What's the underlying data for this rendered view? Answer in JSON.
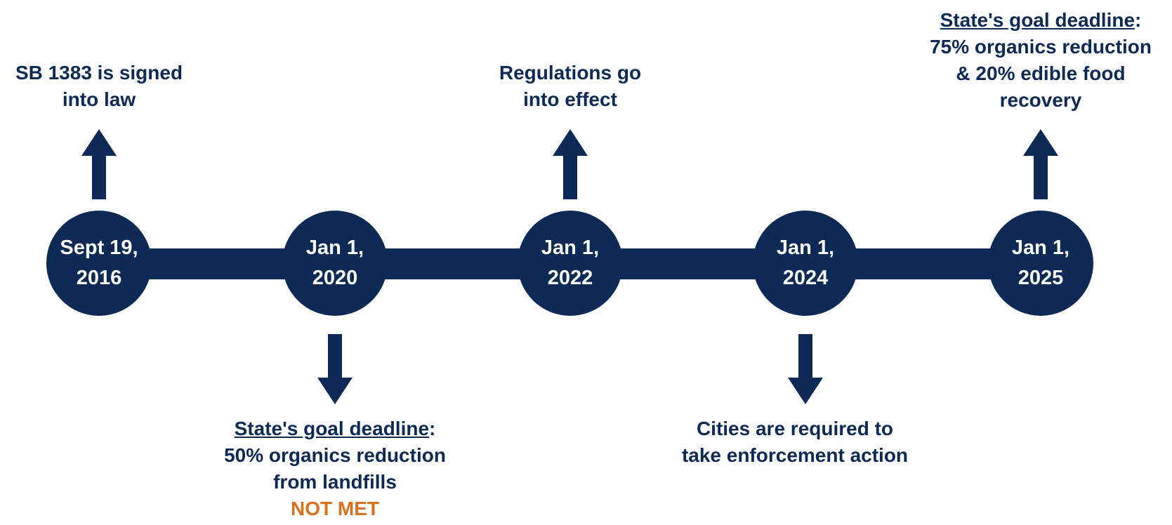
{
  "colors": {
    "navy": "#0d2a57",
    "orange": "#d9701f",
    "background": "#ffffff"
  },
  "milestones": [
    {
      "date_line1": "Sept 19,",
      "date_line2": "2016"
    },
    {
      "date_line1": "Jan 1,",
      "date_line2": "2020"
    },
    {
      "date_line1": "Jan 1,",
      "date_line2": "2022"
    },
    {
      "date_line1": "Jan 1,",
      "date_line2": "2024"
    },
    {
      "date_line1": "Jan 1,",
      "date_line2": "2025"
    }
  ],
  "events": {
    "signed": {
      "line1": "SB 1383 is signed",
      "line2": "into law"
    },
    "deadline_2020": {
      "heading": "State's goal deadline",
      "colon": ":",
      "line1": "50% organics reduction",
      "line2": "from landfills",
      "status": "NOT MET"
    },
    "regulations": {
      "line1": "Regulations go",
      "line2": "into effect"
    },
    "enforcement": {
      "line1": "Cities are required to",
      "line2": "take enforcement action"
    },
    "deadline_2025": {
      "heading": "State's goal deadline",
      "colon": ":",
      "line1": "75% organics reduction",
      "line2": "& 20% edible food",
      "line3": "recovery"
    }
  }
}
